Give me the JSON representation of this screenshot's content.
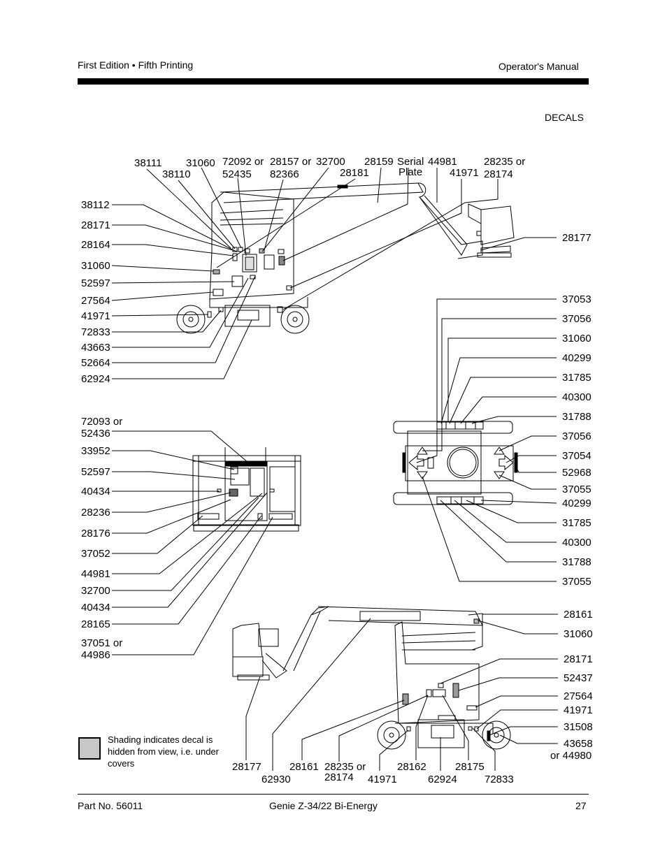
{
  "header": {
    "left": "First Edition • Fifth Printing",
    "right": "Operator's Manual"
  },
  "section_title": "DECALS",
  "legend": {
    "text": "Shading indicates decal is hidden from view, i.e. under covers"
  },
  "footer": {
    "part_no": "Part No. 56011",
    "model": "Genie Z-34/22 Bi-Energy",
    "page": "27"
  },
  "diagram1": {
    "top_labels": [
      "38111",
      "38110",
      "31060",
      "72092 or",
      "52435",
      "28157 or",
      "82366",
      "32700",
      "28181",
      "28159",
      "Serial",
      "Plate",
      "44981",
      "41971",
      "28235 or",
      "28174"
    ],
    "left_labels": [
      "38112",
      "28171",
      "28164",
      "31060",
      "52597",
      "27564",
      "41971",
      "72833",
      "43663",
      "52664",
      "62924"
    ],
    "right_labels": [
      "28177"
    ]
  },
  "diagram2": {
    "left_labels": [
      "72093 or",
      "52436",
      "33952",
      "52597",
      "40434",
      "28236",
      "28176",
      "37052",
      "44981",
      "32700",
      "40434",
      "28165",
      "37051 or",
      "44986"
    ]
  },
  "diagram3": {
    "right_labels": [
      "37053",
      "37056",
      "31060",
      "40299",
      "31785",
      "40300",
      "31788",
      "37056",
      "37054",
      "52968",
      "37055",
      "40299",
      "31785",
      "40300",
      "31788",
      "37055"
    ]
  },
  "diagram4": {
    "right_labels": [
      "28161",
      "31060",
      "28171",
      "52437",
      "27564",
      "41971",
      "31508",
      "43658",
      "or 44980"
    ],
    "bottom_labels": [
      "28177",
      "62930",
      "28161",
      "28235 or",
      "28174",
      "41971",
      "28162",
      "62924",
      "28175",
      "72833"
    ]
  }
}
